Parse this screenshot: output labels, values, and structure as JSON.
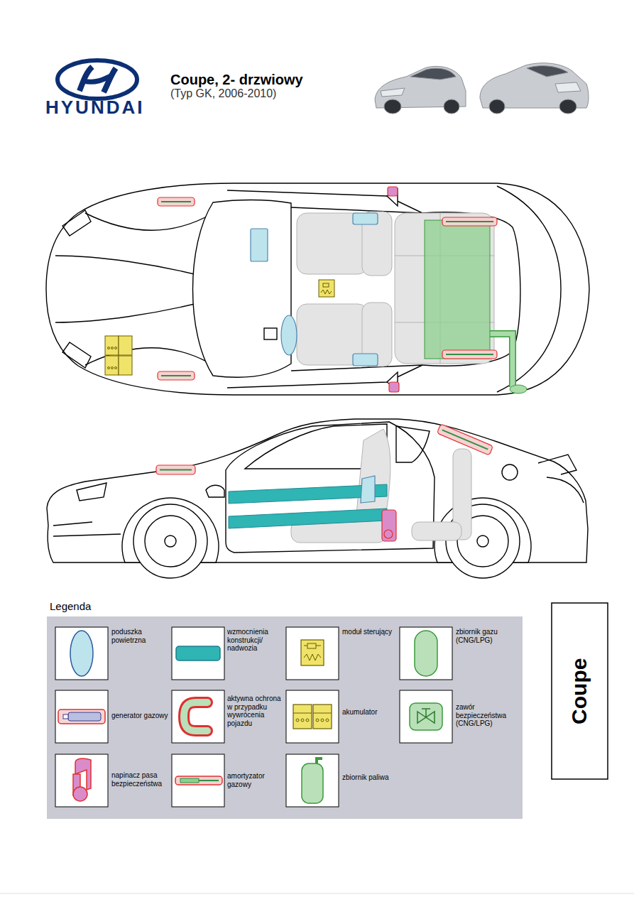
{
  "diagram": {
    "title": "Coupe, 2- drzwiowy",
    "labels": [
      "HYUNDAI",
      "(Typ GK, 2006-2010)",
      "Legenda",
      "Coupe"
    ],
    "legend": [
      {
        "text": "poduszka powietrzna"
      },
      {
        "text": "wzmocnienia konstrukcji/ nadwozia"
      },
      {
        "text": "moduł sterujący"
      },
      {
        "text": "zbiornik gazu (CNG/LPG)"
      },
      {
        "text": "generator gazowy"
      },
      {
        "text": "aktywna ochrona w przypadku wywrócenia pojazdu"
      },
      {
        "text": "akumulator"
      },
      {
        "text": "zawór bezpieczeństwa (CNG/LPG)"
      },
      {
        "text": "napinacz pasa bezpieczeństwa"
      },
      {
        "text": "amortyzator gazowy"
      },
      {
        "text": "zbiornik paliwa"
      }
    ]
  }
}
